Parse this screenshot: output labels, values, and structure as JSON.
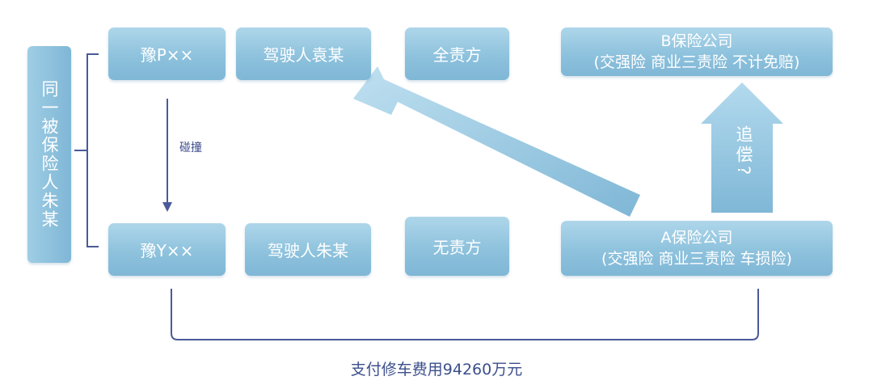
{
  "insured": "同一被保险人朱某",
  "car_p": "豫P××",
  "driver_p": "驾驶人袁某",
  "full_fault": "全责方",
  "car_y": "豫Y××",
  "driver_y": "驾驶人朱某",
  "no_fault": "无责方",
  "company_b": {
    "name": "B保险公司",
    "coverage": "(交强险 商业三责险 不计免赔)"
  },
  "company_a": {
    "name": "A保险公司",
    "coverage": "(交强险 商业三责险 车损险)"
  },
  "collision": "碰撞",
  "recourse_diag": "追偿?",
  "recourse_up": "追偿?",
  "payment": "支付修车费用94260万元"
}
